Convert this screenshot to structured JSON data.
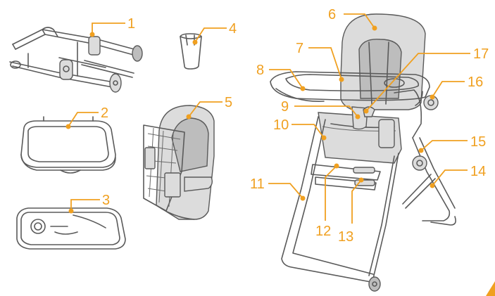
{
  "accent_color": "#F0A020",
  "callouts": [
    {
      "id": "c1",
      "label": "1"
    },
    {
      "id": "c2",
      "label": "2"
    },
    {
      "id": "c3",
      "label": "3"
    },
    {
      "id": "c4",
      "label": "4"
    },
    {
      "id": "c5",
      "label": "5"
    },
    {
      "id": "c6",
      "label": "6"
    },
    {
      "id": "c7",
      "label": "7"
    },
    {
      "id": "c8",
      "label": "8"
    },
    {
      "id": "c9",
      "label": "9"
    },
    {
      "id": "c10",
      "label": "10"
    },
    {
      "id": "c11",
      "label": "11"
    },
    {
      "id": "c12",
      "label": "12"
    },
    {
      "id": "c13",
      "label": "13"
    },
    {
      "id": "c14",
      "label": "14"
    },
    {
      "id": "c15",
      "label": "15"
    },
    {
      "id": "c16",
      "label": "16"
    },
    {
      "id": "c17",
      "label": "17"
    }
  ]
}
